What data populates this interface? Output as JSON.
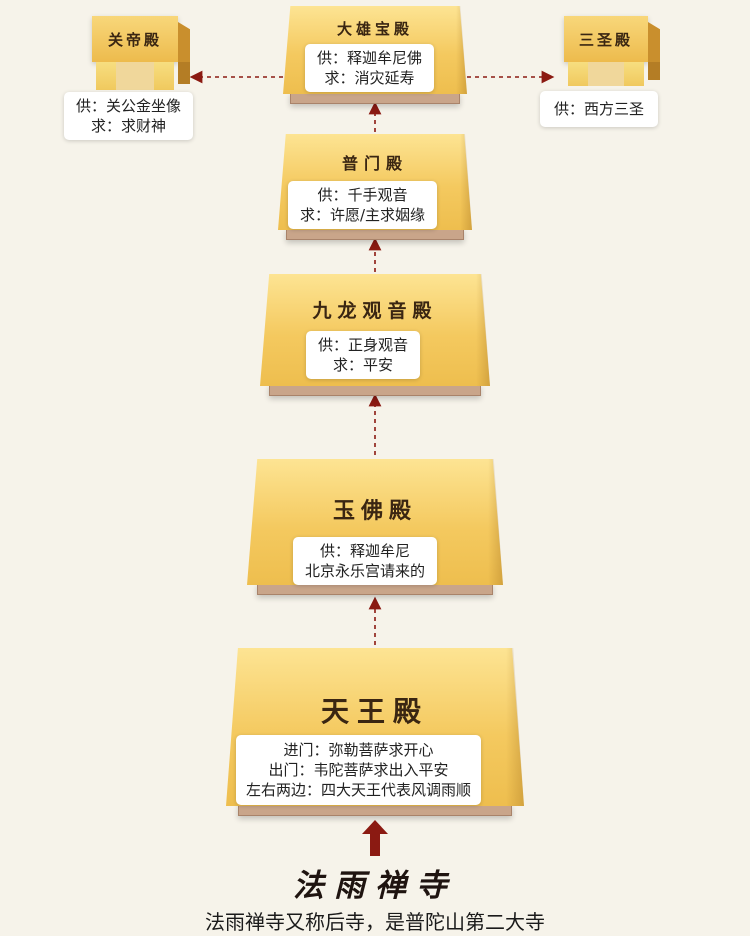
{
  "temple": {
    "name": "法雨禅寺",
    "subtitle": "法雨禅寺又称后寺，是普陀山第二大寺"
  },
  "halls": {
    "tianwang": {
      "name": "天王殿",
      "line1": "进门：弥勒菩萨求开心",
      "line2": "出门：韦陀菩萨求出入平安",
      "line3": "左右两边：四大天王代表风调雨顺"
    },
    "yufo": {
      "name": "玉佛殿",
      "line1": "供：释迦牟尼",
      "line2": "北京永乐宫请来的"
    },
    "jiulong": {
      "name": "九龙观音殿",
      "line1": "供：正身观音",
      "line2": "求：平安"
    },
    "pumen": {
      "name": "普门殿",
      "line1": "供：千手观音",
      "line2": "求：许愿/主求姻缘"
    },
    "daxiong": {
      "name": "大雄宝殿",
      "line1": "供：释迦牟尼佛",
      "line2": "求：消灾延寿"
    },
    "guandi": {
      "name": "关帝殿",
      "line1": "供：关公金坐像",
      "line2": "求：求财神"
    },
    "sansheng": {
      "name": "三圣殿",
      "line1": "供：西方三圣"
    }
  },
  "colors": {
    "hall_yellow": "#f4c95f",
    "arrow_red": "#8b1a12",
    "background": "#f6f3ea"
  }
}
